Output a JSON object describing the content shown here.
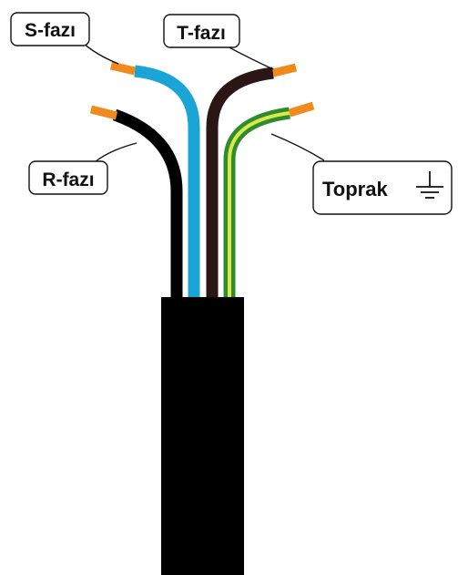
{
  "labels": {
    "s_phase": "S-fazı",
    "t_phase": "T-fazı",
    "r_phase": "R-fazı",
    "ground": "Toprak"
  },
  "icons": {
    "ground": "ground-symbol-icon"
  },
  "colors": {
    "cable_jacket": "#000000",
    "r_wire": "#000000",
    "s_wire": "#1aa5d6",
    "t_wire": "#2a1614",
    "ground_wire_green": "#2e8b2e",
    "ground_wire_yellow": "#d9e84a",
    "copper_tip": "#f08a1c",
    "outline": "#111111"
  }
}
